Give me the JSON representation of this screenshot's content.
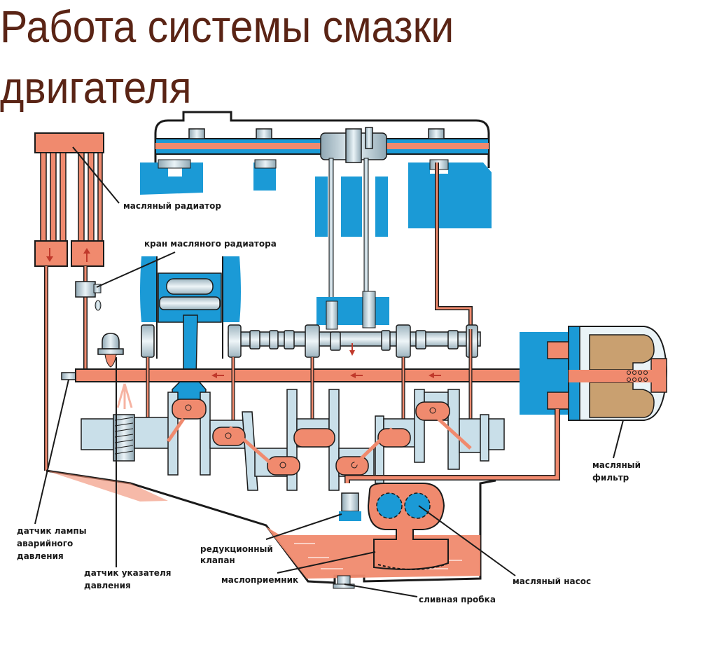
{
  "title": {
    "line1": "Работа системы смазки",
    "line2": "двигателя"
  },
  "colors": {
    "title": "#5a2415",
    "oil": "#f08a6e",
    "oil_dark": "#c0392b",
    "metal_blue": "#1b9ad6",
    "metal_light": "#c9dfe9",
    "filter_element": "#c9a070",
    "outline": "#1a1a1a"
  },
  "labels": {
    "oil_radiator": "масляный радиатор",
    "oil_radiator_tap": "кран масляного радиатора",
    "warning_lamp_sensor": [
      "датчик лампы",
      "аварийного",
      "давления"
    ],
    "pressure_gauge_sensor": [
      "датчик указателя",
      "давления"
    ],
    "pressure_relief_valve": [
      "редукционный",
      "клапан"
    ],
    "oil_intake": "маслоприемник",
    "drain_plug": "сливная пробка",
    "oil_pump": "масляный насос",
    "oil_filter": [
      "масляный",
      "фильтр"
    ]
  }
}
